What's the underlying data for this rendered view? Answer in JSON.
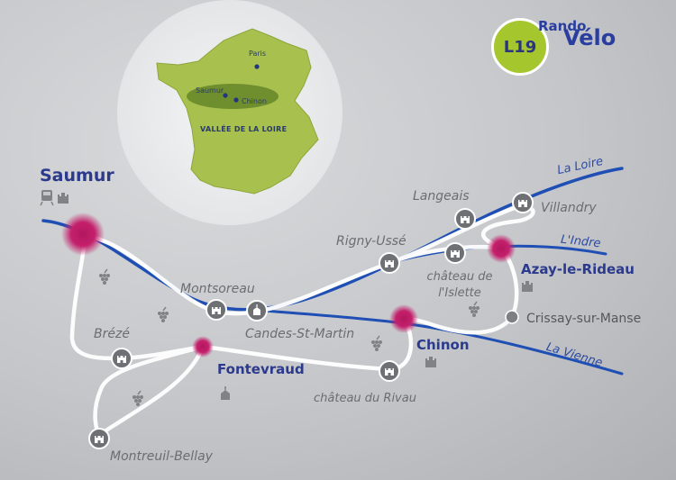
{
  "brand": {
    "route_code": "L19",
    "word1": "Rando",
    "word2": "Vélo"
  },
  "inset_map": {
    "region_label": "VALLÉE DE LA LOIRE",
    "cities": [
      {
        "name": "Paris"
      },
      {
        "name": "Saumur"
      },
      {
        "name": "Chinon"
      }
    ]
  },
  "rivers": [
    {
      "name": "La Loire"
    },
    {
      "name": "L'Indre"
    },
    {
      "name": "La Vienne"
    }
  ],
  "places": {
    "saumur": "Saumur",
    "chinon": "Chinon",
    "azay": "Azay-le-Rideau",
    "fontevraud": "Fontevraud",
    "langeais": "Langeais",
    "villandry": "Villandry",
    "rigny": "Rigny-Ussé",
    "islette": "château de l'Islette",
    "crissay": "Crissay-sur-Manse",
    "montsoreau": "Montsoreau",
    "candes": "Candes-St-Martin",
    "breze": "Brézé",
    "rivau": "château du Rivau",
    "montreuil": "Montreuil-Bellay"
  },
  "icon_names": [
    "castle-icon",
    "church-icon",
    "grapes-icon",
    "train-icon"
  ],
  "colors": {
    "river": "#1f4fb4",
    "route": "#ffffff",
    "major_stop": "#b3175e",
    "minor_stop": "#7d7f82",
    "badge": "#a6c62e",
    "france_fill": "#a8c04e",
    "loire_valley": "#6f8f2e"
  }
}
